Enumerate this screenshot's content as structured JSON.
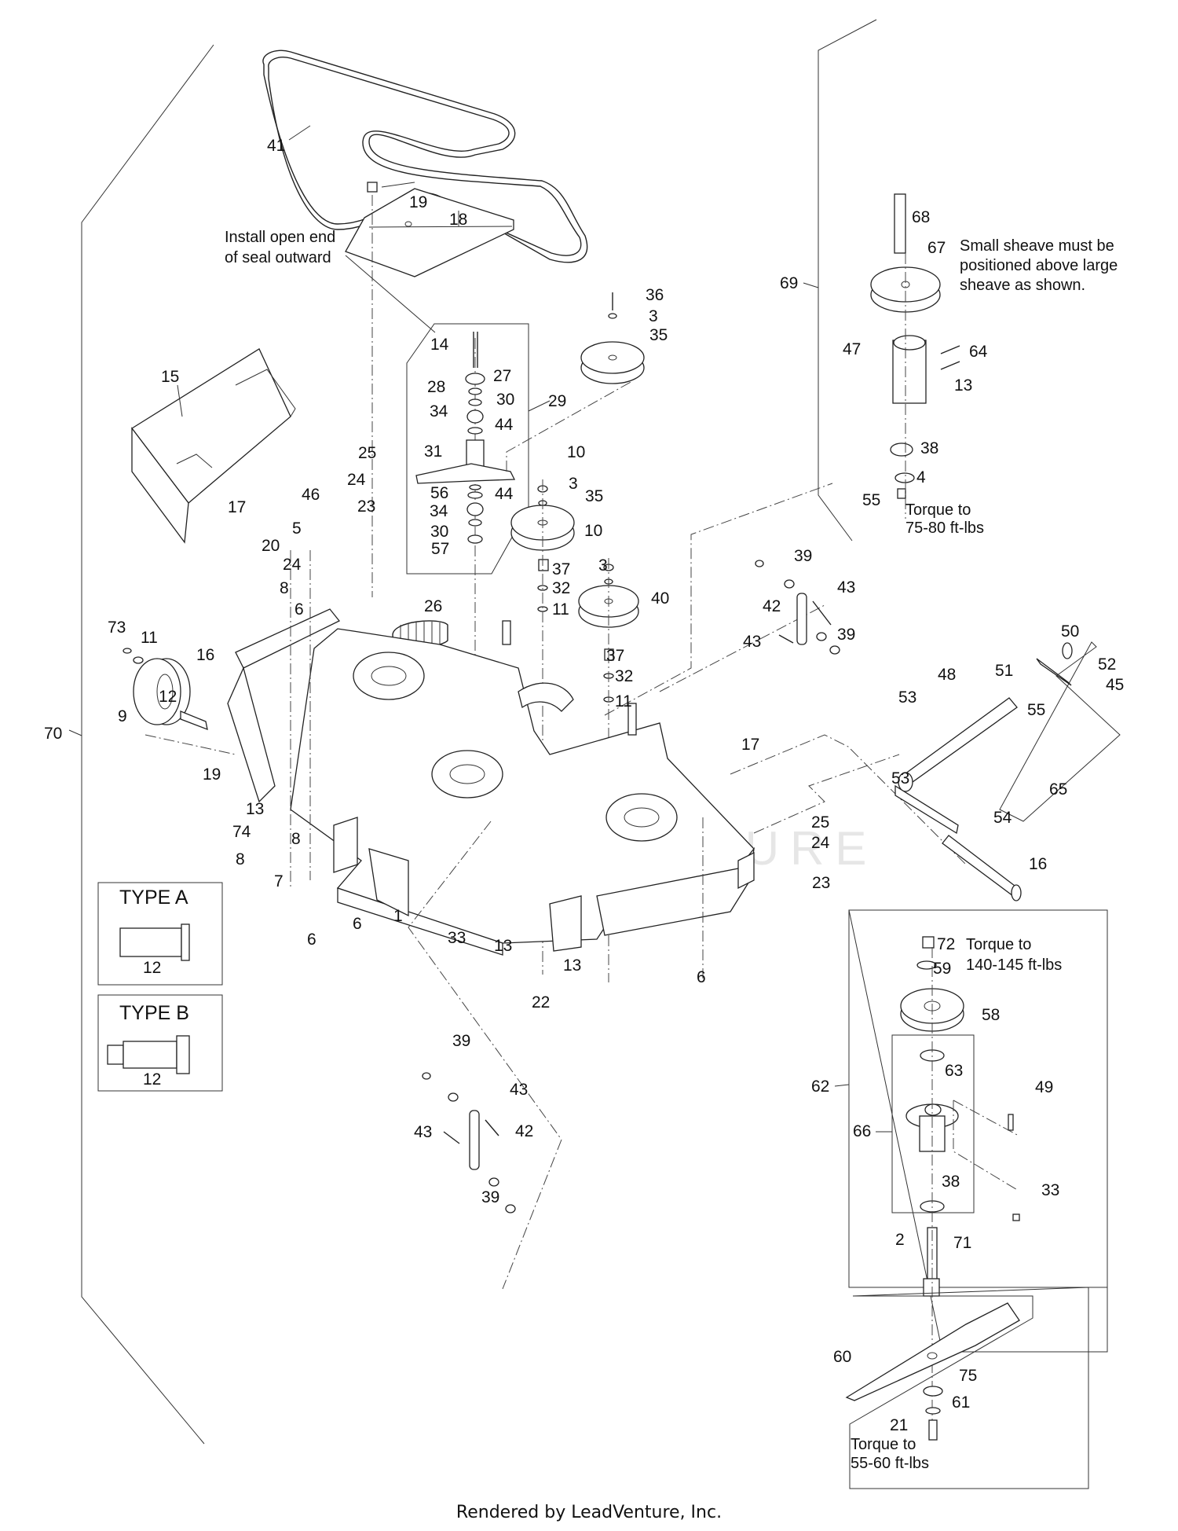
{
  "diagram": {
    "type": "exploded-parts-diagram",
    "subject": "Mower deck assembly",
    "watermark": "LEADVENTURE",
    "callouts": [
      {
        "id": "c41",
        "text": "41"
      },
      {
        "id": "c19a",
        "text": "19"
      },
      {
        "id": "c18",
        "text": "18"
      },
      {
        "id": "c14",
        "text": "14"
      },
      {
        "id": "c27",
        "text": "27"
      },
      {
        "id": "c28",
        "text": "28"
      },
      {
        "id": "c30a",
        "text": "30"
      },
      {
        "id": "c34a",
        "text": "34"
      },
      {
        "id": "c29",
        "text": "29"
      },
      {
        "id": "c44a",
        "text": "44"
      },
      {
        "id": "c15",
        "text": "15"
      },
      {
        "id": "c17a",
        "text": "17"
      },
      {
        "id": "c25a",
        "text": "25"
      },
      {
        "id": "c24a",
        "text": "24"
      },
      {
        "id": "c46",
        "text": "46"
      },
      {
        "id": "c23a",
        "text": "23"
      },
      {
        "id": "c5",
        "text": "5"
      },
      {
        "id": "c20",
        "text": "20"
      },
      {
        "id": "c24b",
        "text": "24"
      },
      {
        "id": "c8a",
        "text": "8"
      },
      {
        "id": "c6a",
        "text": "6"
      },
      {
        "id": "c31",
        "text": "31"
      },
      {
        "id": "c56",
        "text": "56"
      },
      {
        "id": "c44b",
        "text": "44"
      },
      {
        "id": "c34b",
        "text": "34"
      },
      {
        "id": "c30b",
        "text": "30"
      },
      {
        "id": "c57",
        "text": "57"
      },
      {
        "id": "c36",
        "text": "36"
      },
      {
        "id": "c3a",
        "text": "3"
      },
      {
        "id": "c35a",
        "text": "35"
      },
      {
        "id": "c10a",
        "text": "10"
      },
      {
        "id": "c3b",
        "text": "3"
      },
      {
        "id": "c35b",
        "text": "35"
      },
      {
        "id": "c10b",
        "text": "10"
      },
      {
        "id": "c3c",
        "text": "3"
      },
      {
        "id": "c37a",
        "text": "37"
      },
      {
        "id": "c32a",
        "text": "32"
      },
      {
        "id": "c11a",
        "text": "11"
      },
      {
        "id": "c40",
        "text": "40"
      },
      {
        "id": "c37b",
        "text": "37"
      },
      {
        "id": "c32b",
        "text": "32"
      },
      {
        "id": "c11b",
        "text": "11"
      },
      {
        "id": "c26",
        "text": "26"
      },
      {
        "id": "c73",
        "text": "73"
      },
      {
        "id": "c11c",
        "text": "11"
      },
      {
        "id": "c16a",
        "text": "16"
      },
      {
        "id": "c9",
        "text": "9"
      },
      {
        "id": "c12a",
        "text": "12"
      },
      {
        "id": "c70",
        "text": "70"
      },
      {
        "id": "c19b",
        "text": "19"
      },
      {
        "id": "c13a",
        "text": "13"
      },
      {
        "id": "c74",
        "text": "74"
      },
      {
        "id": "c8b",
        "text": "8"
      },
      {
        "id": "c8c",
        "text": "8"
      },
      {
        "id": "c7",
        "text": "7"
      },
      {
        "id": "c6b",
        "text": "6"
      },
      {
        "id": "c6c",
        "text": "6"
      },
      {
        "id": "c1",
        "text": "1"
      },
      {
        "id": "c33a",
        "text": "33"
      },
      {
        "id": "c13b",
        "text": "13"
      },
      {
        "id": "c13c",
        "text": "13"
      },
      {
        "id": "c22",
        "text": "22"
      },
      {
        "id": "c6d",
        "text": "6"
      },
      {
        "id": "c39a",
        "text": "39"
      },
      {
        "id": "c43a",
        "text": "43"
      },
      {
        "id": "c42a",
        "text": "42"
      },
      {
        "id": "c43b",
        "text": "43"
      },
      {
        "id": "c39b",
        "text": "39"
      },
      {
        "id": "c39c",
        "text": "39"
      },
      {
        "id": "c43c",
        "text": "43"
      },
      {
        "id": "c42b",
        "text": "42"
      },
      {
        "id": "c43d",
        "text": "43"
      },
      {
        "id": "c39d",
        "text": "39"
      },
      {
        "id": "c50",
        "text": "50"
      },
      {
        "id": "c51",
        "text": "51"
      },
      {
        "id": "c52",
        "text": "52"
      },
      {
        "id": "c45",
        "text": "45"
      },
      {
        "id": "c48",
        "text": "48"
      },
      {
        "id": "c53a",
        "text": "53"
      },
      {
        "id": "c55a",
        "text": "55"
      },
      {
        "id": "c53b",
        "text": "53"
      },
      {
        "id": "c65",
        "text": "65"
      },
      {
        "id": "c17b",
        "text": "17"
      },
      {
        "id": "c54",
        "text": "54"
      },
      {
        "id": "c16b",
        "text": "16"
      },
      {
        "id": "c25b",
        "text": "25"
      },
      {
        "id": "c24c",
        "text": "24"
      },
      {
        "id": "c23b",
        "text": "23"
      },
      {
        "id": "c69",
        "text": "69"
      },
      {
        "id": "c68",
        "text": "68"
      },
      {
        "id": "c67",
        "text": "67"
      },
      {
        "id": "c47",
        "text": "47"
      },
      {
        "id": "c64",
        "text": "64"
      },
      {
        "id": "c13d",
        "text": "13"
      },
      {
        "id": "c38a",
        "text": "38"
      },
      {
        "id": "c4",
        "text": "4"
      },
      {
        "id": "c55b",
        "text": "55"
      },
      {
        "id": "c62",
        "text": "62"
      },
      {
        "id": "c72",
        "text": "72"
      },
      {
        "id": "c59",
        "text": "59"
      },
      {
        "id": "c58",
        "text": "58"
      },
      {
        "id": "c63",
        "text": "63"
      },
      {
        "id": "c49",
        "text": "49"
      },
      {
        "id": "c66",
        "text": "66"
      },
      {
        "id": "c38b",
        "text": "38"
      },
      {
        "id": "c33b",
        "text": "33"
      },
      {
        "id": "c2",
        "text": "2"
      },
      {
        "id": "c71",
        "text": "71"
      },
      {
        "id": "c60",
        "text": "60"
      },
      {
        "id": "c75",
        "text": "75"
      },
      {
        "id": "c61",
        "text": "61"
      },
      {
        "id": "c21",
        "text": "21"
      },
      {
        "id": "c12b",
        "text": "12"
      },
      {
        "id": "c12c",
        "text": "12"
      }
    ],
    "notes": {
      "seal": [
        "Install open end",
        "of seal outward"
      ],
      "sheave": [
        "Small sheave must be",
        "positioned above large",
        "sheave as shown."
      ],
      "torque_idler": [
        "Torque to",
        "75-80 ft-lbs"
      ],
      "torque_spindle": [
        "Torque to",
        "140-145 ft-lbs"
      ],
      "torque_blade": [
        "Torque to",
        "55-60 ft-lbs"
      ]
    },
    "insets": {
      "type_a": {
        "title": "TYPE A",
        "part": "12"
      },
      "type_b": {
        "title": "TYPE B",
        "part": "12"
      }
    }
  },
  "footer": "Rendered by LeadVenture, Inc."
}
